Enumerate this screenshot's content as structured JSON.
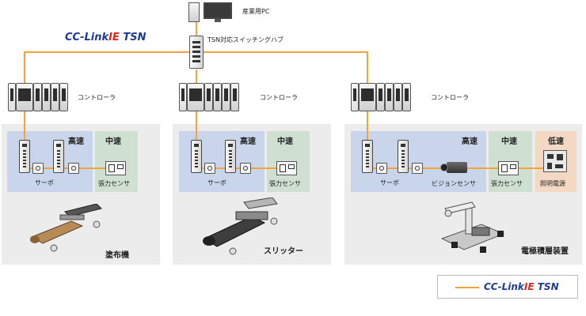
{
  "logo": {
    "part1": "CC-Link",
    "part2": "IE",
    "part3": " TSN"
  },
  "pc_label": "産業用PC",
  "switch_label": "TSN対応スイッチングハブ",
  "controller_label": "コントローラ",
  "machines": [
    {
      "name": "塗布機",
      "zones": {
        "high": "高速",
        "mid": "中速"
      },
      "servo": "サーボ",
      "tension": "張力センサ"
    },
    {
      "name": "スリッター",
      "zones": {
        "high": "高速",
        "mid": "中速"
      },
      "servo": "サーボ",
      "tension": "張力センサ"
    },
    {
      "name": "電極積層装置",
      "zones": {
        "high": "高速",
        "mid": "中速",
        "low": "低速"
      },
      "servo": "サーボ",
      "vision": "ビジョンセンサ",
      "tension": "張力センサ",
      "lighting": "照明電源"
    }
  ],
  "legend": {
    "part1": "CC-Link",
    "part2": "IE",
    "part3": " TSN"
  },
  "colors": {
    "network_line": "#f2a33a",
    "logo_blue": "#1f3a93",
    "logo_red": "#e2261c",
    "high_zone": "#c9d5ea",
    "mid_zone": "#cfe0d2",
    "low_zone": "#f3d9c4"
  }
}
